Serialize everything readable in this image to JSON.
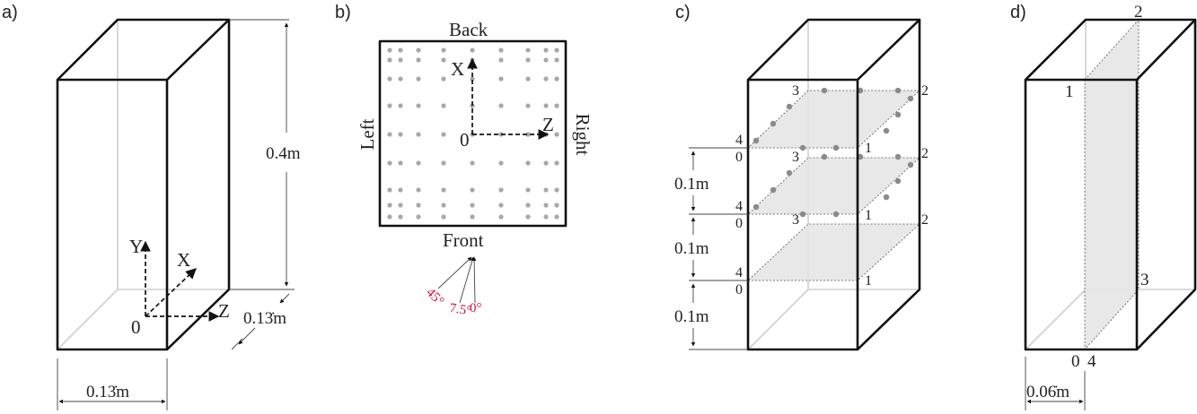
{
  "panels": {
    "a": {
      "tag": "a)",
      "axis_y": "Y",
      "axis_x": "X",
      "axis_z": "Z",
      "origin": "0",
      "height": "0.4m",
      "depth": "0.13̇m",
      "width": "0.13̇m"
    },
    "b": {
      "tag": "b)",
      "back": "Back",
      "front": "Front",
      "left": "Left",
      "right": "Right",
      "axis_x": "X",
      "axis_z": "Z",
      "origin": "0",
      "angle_45": "45°",
      "angle_75": "7.5°",
      "angle_0": "0°"
    },
    "c": {
      "tag": "c)",
      "spacing_top": "0.1m",
      "spacing_mid": "0.1m",
      "spacing_bottom": "0.1m",
      "planes": [
        {
          "c0": "0",
          "c1": "1",
          "c2": "2",
          "c3": "3",
          "c4": "4"
        },
        {
          "c0": "0",
          "c1": "1",
          "c2": "2",
          "c3": "3",
          "c4": "4"
        },
        {
          "c0": "0",
          "c1": "1",
          "c2": "2",
          "c3": "3",
          "c4": "4"
        }
      ]
    },
    "d": {
      "tag": "d)",
      "c0": "0",
      "c1": "1",
      "c2": "2",
      "c3": "3",
      "c4": "4",
      "width": "0.06̇m"
    }
  }
}
